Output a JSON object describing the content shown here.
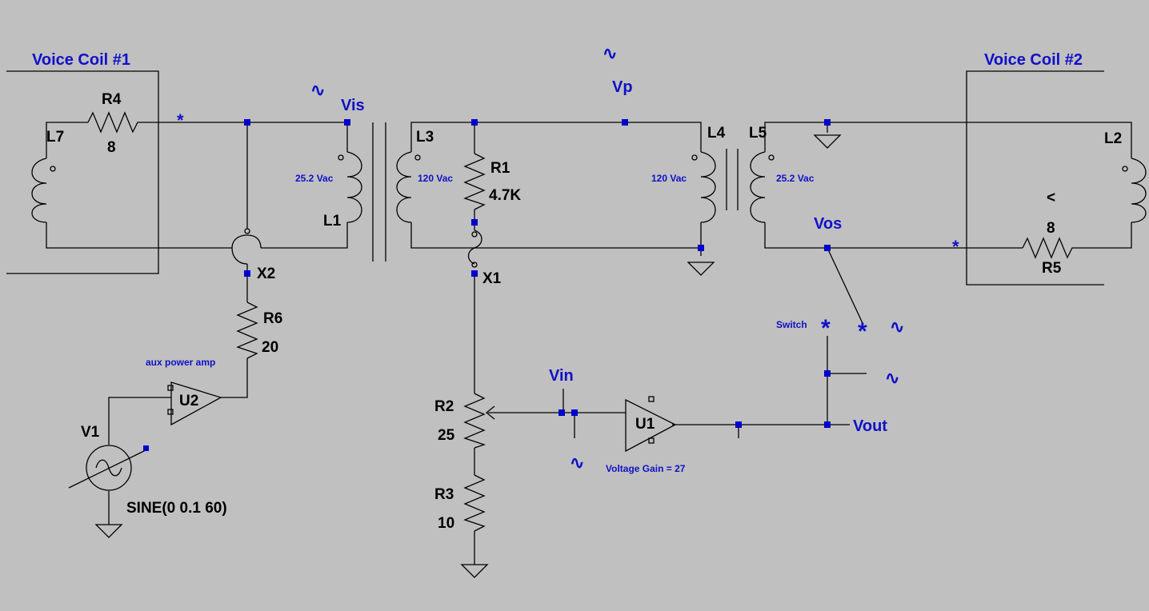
{
  "colors": {
    "background": "#c0c0c0",
    "wire": "#000000",
    "node": "#0000cc",
    "annotation": "#1010c8"
  },
  "labels": {
    "voice_coil_1": "Voice Coil #1",
    "voice_coil_2": "Voice Coil #2",
    "vis": "Vis",
    "vp": "Vp",
    "vos": "Vos",
    "vin": "Vin",
    "vout": "Vout",
    "switch": "Switch",
    "aux_power_amp": "aux power amp",
    "voltage_gain": "Voltage Gain = 27",
    "sine_mark": "∿",
    "star_mark": "*"
  },
  "components": {
    "r4": {
      "name": "R4",
      "value": "8"
    },
    "r1": {
      "name": "R1",
      "value": "4.7K"
    },
    "r5": {
      "name": "R5",
      "value": "8"
    },
    "r6": {
      "name": "R6",
      "value": "20"
    },
    "r2": {
      "name": "R2",
      "value": "25"
    },
    "r3": {
      "name": "R3",
      "value": "10"
    },
    "l7": {
      "name": "L7"
    },
    "l1": {
      "name": "L1",
      "value": "25.2 Vac"
    },
    "l3": {
      "name": "L3",
      "value": "120 Vac"
    },
    "l4": {
      "name": "L4",
      "value": "120 Vac"
    },
    "l5": {
      "name": "L5",
      "value": "25.2 Vac"
    },
    "l2": {
      "name": "L2"
    },
    "x1": {
      "name": "X1"
    },
    "x2": {
      "name": "X2"
    },
    "u1": {
      "name": "U1"
    },
    "u2": {
      "name": "U2"
    },
    "v1": {
      "name": "V1",
      "value": "SINE(0 0.1 60)"
    },
    "r5_mark": "<"
  }
}
